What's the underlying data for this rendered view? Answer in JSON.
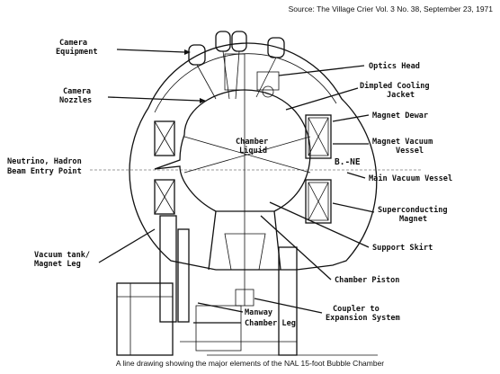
{
  "source_note": "Source: The Village Crier Vol. 3 No. 38, September 23, 1971",
  "caption": "A line drawing showing the major elements of the NAL 15-foot Bubble Chamber",
  "labels": {
    "camera_equipment": [
      "Camera",
      "Equipment"
    ],
    "camera_nozzles": [
      "Camera",
      "Nozzles"
    ],
    "neutrino_entry": [
      "Neutrino, Hadron",
      "Beam Entry Point"
    ],
    "vacuum_tank": [
      "Vacuum tank/",
      "Magnet Leg"
    ],
    "optics_head": [
      "Optics Head"
    ],
    "dimpled_cooling": [
      "Dimpled Cooling",
      "Jacket"
    ],
    "magnet_dewar": [
      "Magnet Dewar"
    ],
    "magnet_vacuum_vessel": [
      "Magnet Vacuum",
      "Vessel"
    ],
    "main_vacuum_vessel": [
      "Main Vacuum Vessel"
    ],
    "superconducting_magnet": [
      "Superconducting",
      "Magnet"
    ],
    "support_skirt": [
      "Support Skirt"
    ],
    "chamber_piston": [
      "Chamber Piston"
    ],
    "coupler": [
      "Coupler to",
      "Expansion System"
    ],
    "manway": [
      "Manway"
    ],
    "chamber_leg": [
      "Chamber Leg"
    ],
    "chamber_liquid": [
      "Chamber",
      "Liquid"
    ]
  },
  "drawing_marks": {
    "right_mark": "B.-NE"
  }
}
